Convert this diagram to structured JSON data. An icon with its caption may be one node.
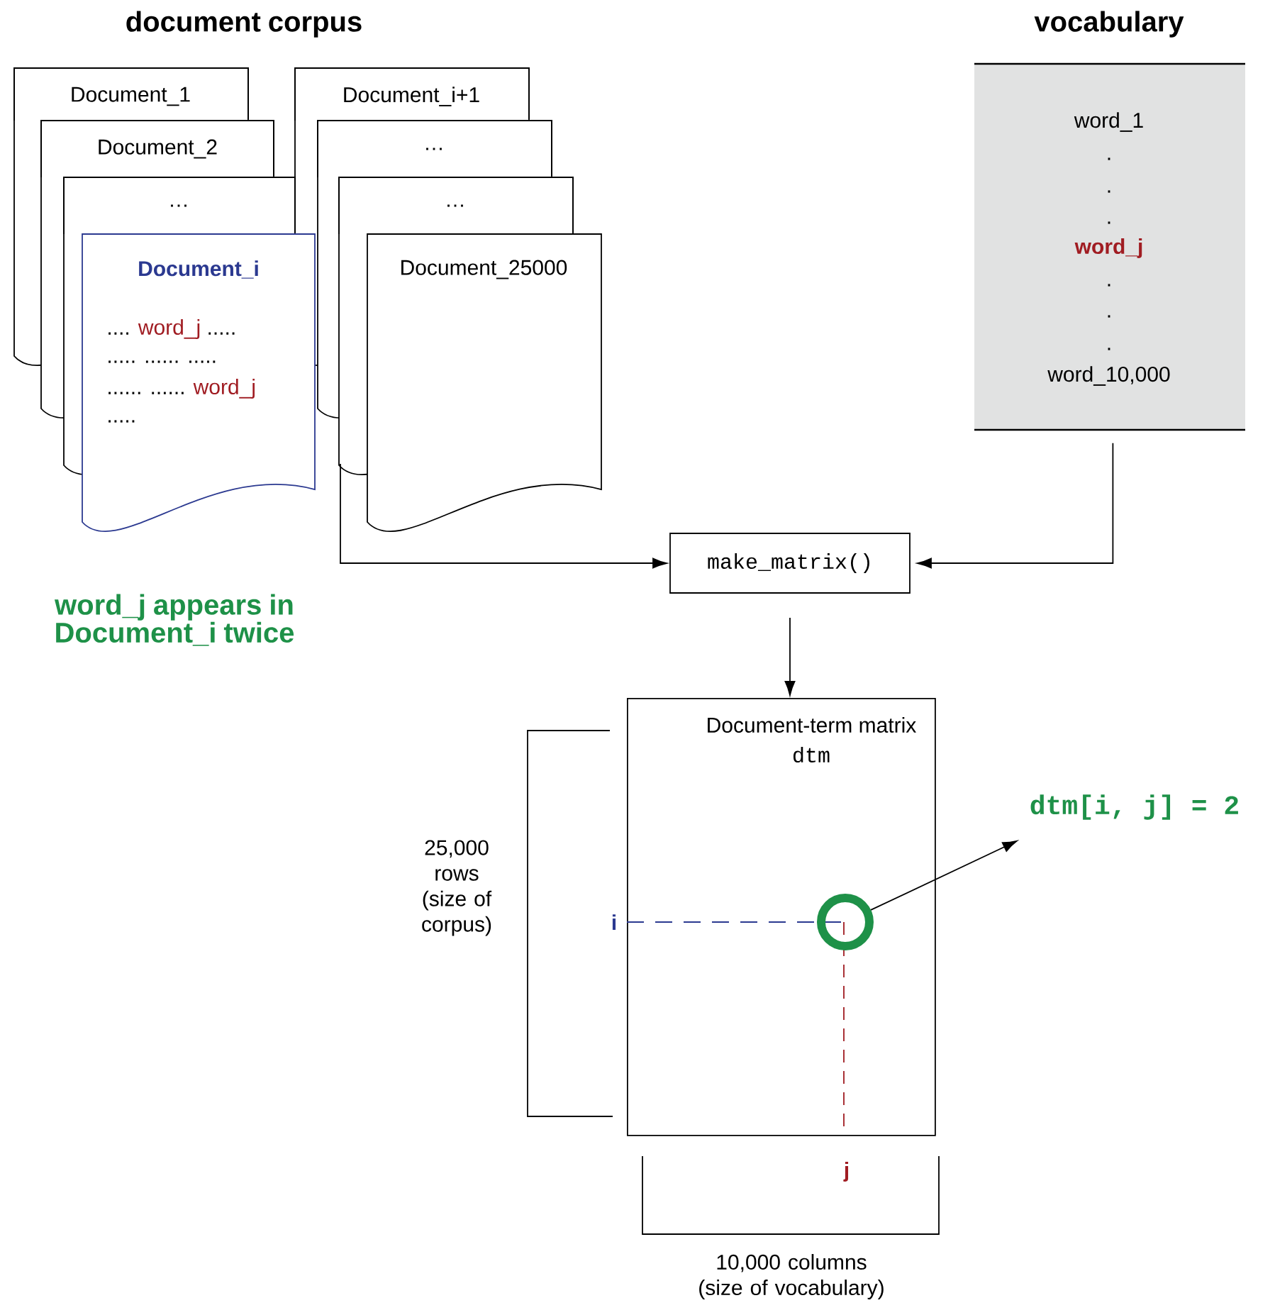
{
  "diagram": {
    "nodes": [
      {
        "text": [
          "Document_1"
        ]
      },
      {
        "text": [
          "Document_2"
        ]
      },
      {
        "text": [
          "…"
        ]
      },
      {
        "text": [
          "Document_i",
          "....",
          "word_j",
          ".....",
          "..... ...... .....",
          "...... ......",
          "word_j",
          "....."
        ]
      },
      {
        "text": [
          "Document_i+1"
        ]
      },
      {
        "text": [
          "…"
        ]
      },
      {
        "text": [
          "…"
        ]
      },
      {
        "text": [
          "Document_25000"
        ]
      },
      {
        "text": [
          "vocabulary",
          "word_1",
          ".",
          ".",
          ".",
          "word_j",
          ".",
          ".",
          ".",
          "word_10,000"
        ]
      },
      {
        "text": [
          "make_matrix()"
        ]
      },
      {
        "text": [
          "Document-term matrix",
          "dtm"
        ]
      },
      {
        "text": [],
        "shape": "circle",
        "in": 10
      },
      {
        "text": [
          "dtm[i, j] = 2"
        ]
      }
    ],
    "edges": [
      {
        "from": null,
        "to": 9,
        "arrow": "to"
      },
      {
        "from": 8,
        "to": 9,
        "arrow": "to"
      },
      {
        "from": 9,
        "to": 10,
        "arrow": "to"
      },
      {
        "from": 11,
        "to": 12,
        "arrow": "to"
      }
    ],
    "labels": [
      "document corpus",
      "word_j appears in Document_i twice",
      "25,000 rows (size of corpus)",
      "i",
      "j",
      "10,000 columns (size of vocabulary)"
    ]
  }
}
